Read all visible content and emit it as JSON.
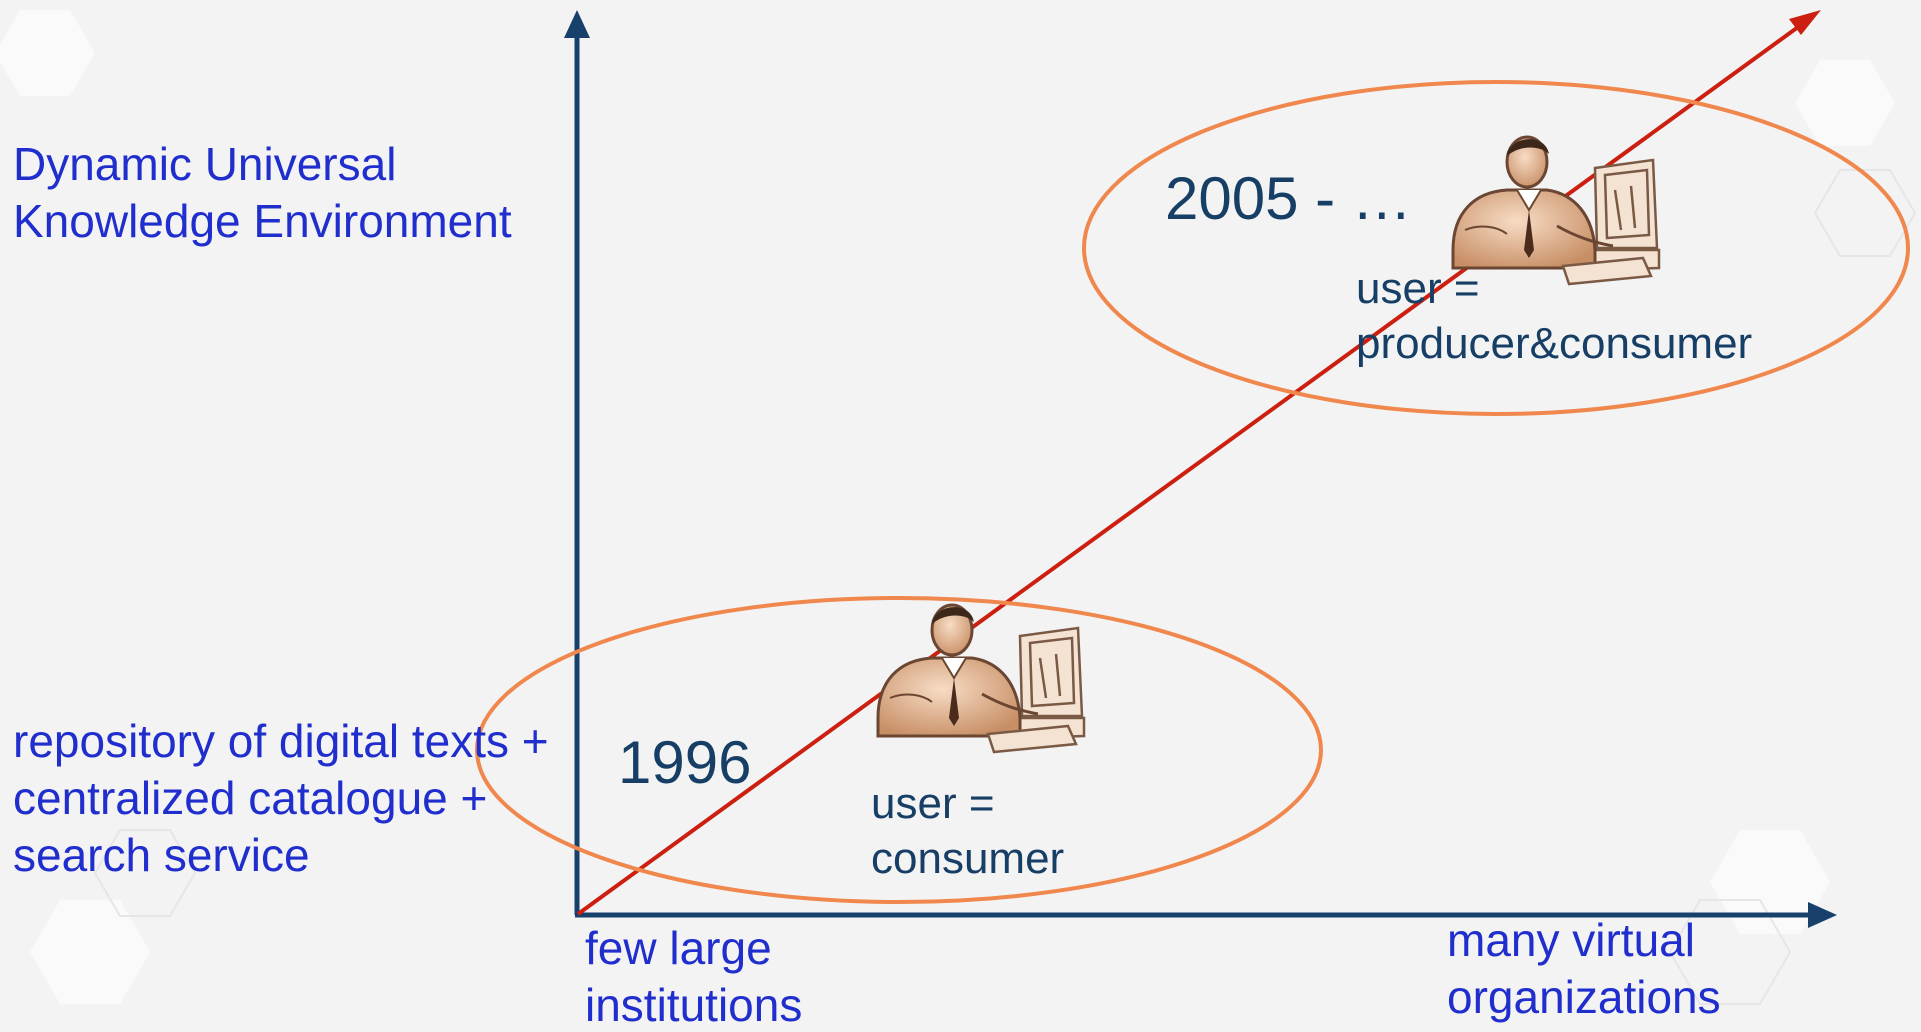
{
  "y_axis": {
    "top_label": [
      "Dynamic Universal",
      "Knowledge Environment"
    ],
    "bottom_label": [
      "repository of digital texts +",
      "centralized catalogue +",
      "search service"
    ]
  },
  "x_axis": {
    "left_label": [
      "few large",
      "institutions"
    ],
    "right_label": [
      "many virtual",
      "organizations"
    ]
  },
  "stages": [
    {
      "year": "1996",
      "caption": [
        "user =",
        "consumer"
      ],
      "icon": "person-at-computer-icon"
    },
    {
      "year": "2005 - …",
      "caption": [
        "user =",
        "producer&consumer"
      ],
      "icon": "person-at-computer-icon"
    }
  ],
  "colors": {
    "background": "#f3f3f4",
    "axis": "#17406b",
    "trend_arrow": "#cc1f10",
    "ellipse": "#f0874c",
    "label_blue": "#1f2ecc",
    "label_navy": "#173f66"
  }
}
